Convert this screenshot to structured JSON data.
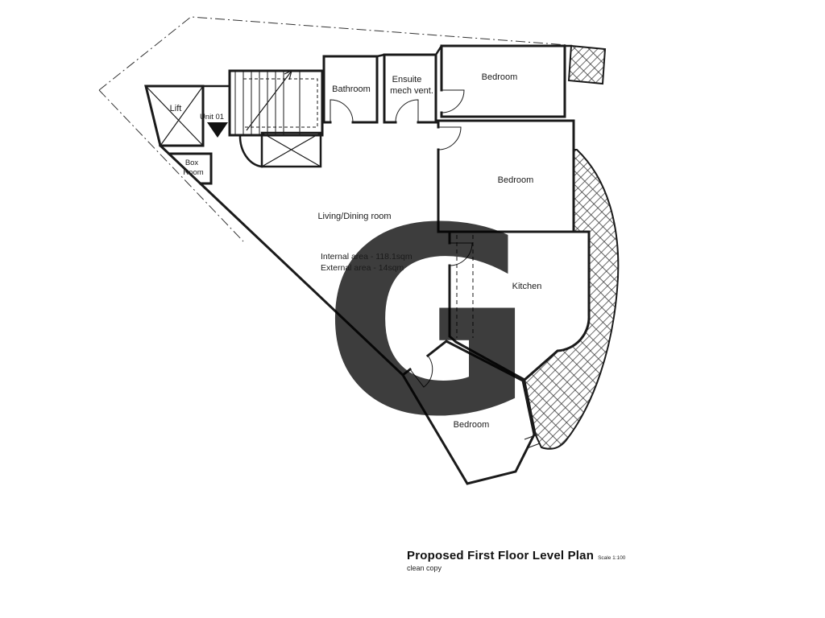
{
  "plan": {
    "labels": {
      "lift": "Lift",
      "unit": "Unit 01",
      "box_line1": "Box",
      "box_line2": "Room",
      "bathroom": "Bathroom",
      "ensuite_line1": "Ensuite",
      "ensuite_line2": "mech vent.",
      "bedroom_top": "Bedroom",
      "bedroom_mid": "Bedroom",
      "bedroom_bottom": "Bedroom",
      "kitchen": "Kitchen",
      "living": "Living/Dining room",
      "internal_area": "Internal area - 118.1sqm",
      "external_area": "External area - 14sqm"
    },
    "watermark": {
      "letter": "G",
      "color": "#e9484c"
    },
    "line_color": "#1a1a1a"
  },
  "title_block": {
    "title": "Proposed First Floor Level Plan",
    "scale": "Scale 1:100",
    "subtitle": "clean copy"
  }
}
